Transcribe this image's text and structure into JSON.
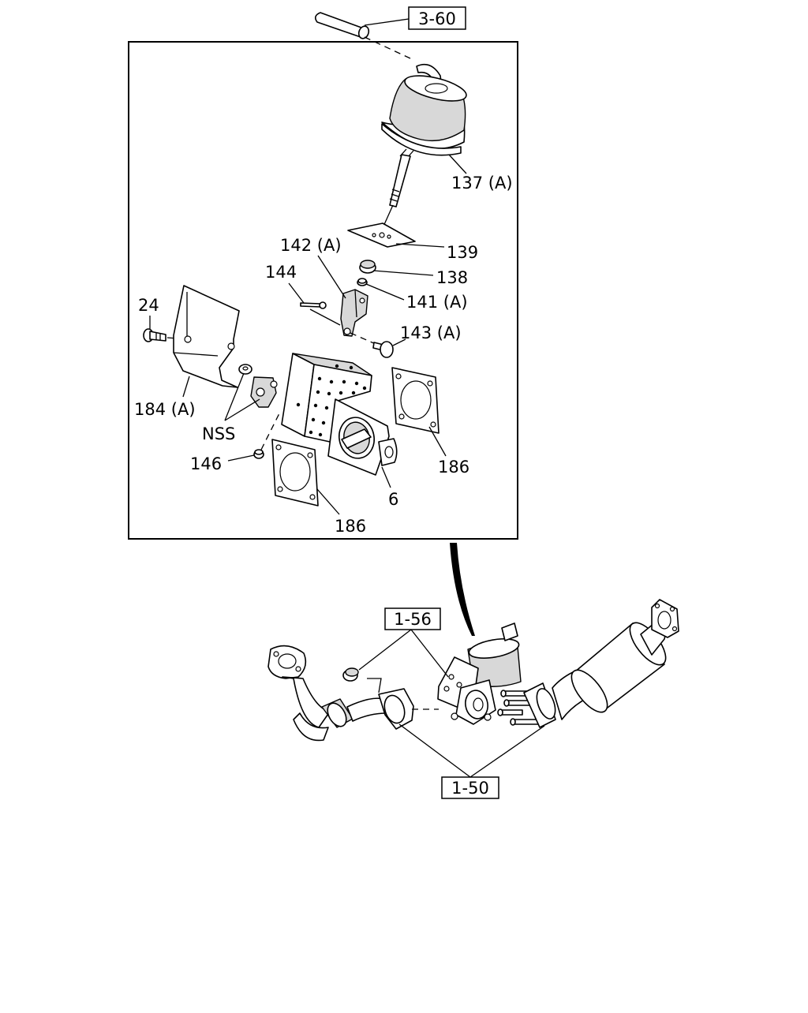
{
  "references": {
    "top": "3-60",
    "mid": "1-56",
    "bottom": "1-50"
  },
  "callouts": {
    "c137": "137 (A)",
    "c139": "139",
    "c138": "138",
    "c141": "141 (A)",
    "c142": "142 (A)",
    "c144": "144",
    "c143": "143 (A)",
    "c24": "24",
    "c184": "184 (A)",
    "nss": "NSS",
    "c146": "146",
    "c186a": "186",
    "c186b": "186",
    "c6": "6"
  }
}
